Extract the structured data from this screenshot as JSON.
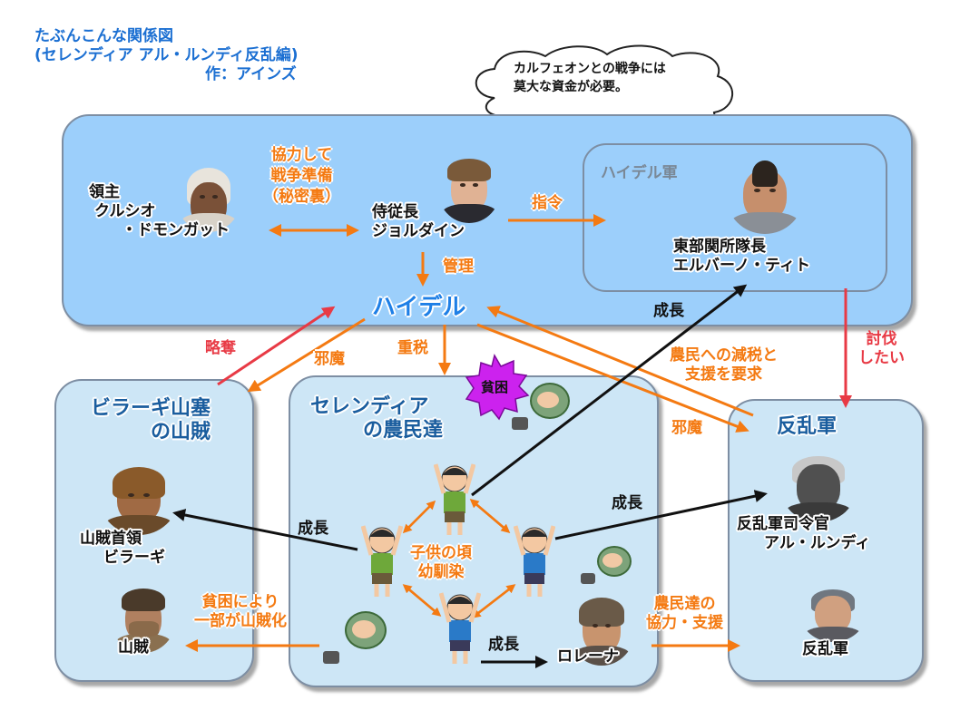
{
  "title": {
    "line1": "たぶんこんな関係図",
    "line2": "(セレンディア アル・ルンディ反乱編)",
    "line3": "作：アインズ"
  },
  "thought": {
    "line1": "カルフェオンとの戦争には",
    "line2": "莫大な資金が必要。"
  },
  "groups": {
    "haidel": "ハイデル",
    "haidel_army": "ハイデル軍",
    "bandits_line1": "ビラーギ山塞",
    "bandits_line2": "の山賊",
    "serendia_line1": "セレンディア",
    "serendia_line2": "の農民達",
    "rebels": "反乱軍"
  },
  "people": {
    "lord_line1": "領主",
    "lord_line2": "クルシオ",
    "lord_line3": "・ドモンガット",
    "chamberlain_line1": "侍従長",
    "chamberlain_line2": "ジョルダイン",
    "captain_line1": "東部関所隊長",
    "captain_line2": "エルバーノ・ティト",
    "bandit_chief_line1": "山賊首領",
    "bandit_chief_line2": "ビラーギ",
    "bandit": "山賊",
    "rebel_commander_line1": "反乱軍司令官",
    "rebel_commander_line2": "アル・ルンディ",
    "rebel": "反乱軍",
    "lorena": "ロレーナ",
    "childhood_line1": "子供の頃",
    "childhood_line2": "幼馴染"
  },
  "relations": {
    "cooperate_line1": "協力して",
    "cooperate_line2": "戦争準備",
    "cooperate_line3": "（秘密裏）",
    "order": "指令",
    "manage": "管理",
    "plunder": "略奪",
    "hinder_bandits": "邪魔",
    "heavy_tax": "重税",
    "poverty": "貧困",
    "demand_line1": "農民への減税と",
    "demand_line2": "支援を要求",
    "hinder_rebels": "邪魔",
    "subjugate_line1": "討伐",
    "subjugate_line2": "したい",
    "growth_captain": "成長",
    "growth_rebel": "成長",
    "growth_bandit": "成長",
    "growth_lorena": "成長",
    "poverty_bandit_line1": "貧困により",
    "poverty_bandit_line2": "一部が山賊化",
    "farmers_support_line1": "農民達の",
    "farmers_support_line2": "協力・支援"
  },
  "colors": {
    "box_blue": "#9ccffb",
    "box_light": "#cde6f6",
    "orange": "#f47a12",
    "red": "#e83a45",
    "title_blue": "#1b6fd2",
    "haidel_blue": "#1e7fe6",
    "group_navy": "#1a5d9e",
    "poverty_purple": "#cc22ee"
  }
}
